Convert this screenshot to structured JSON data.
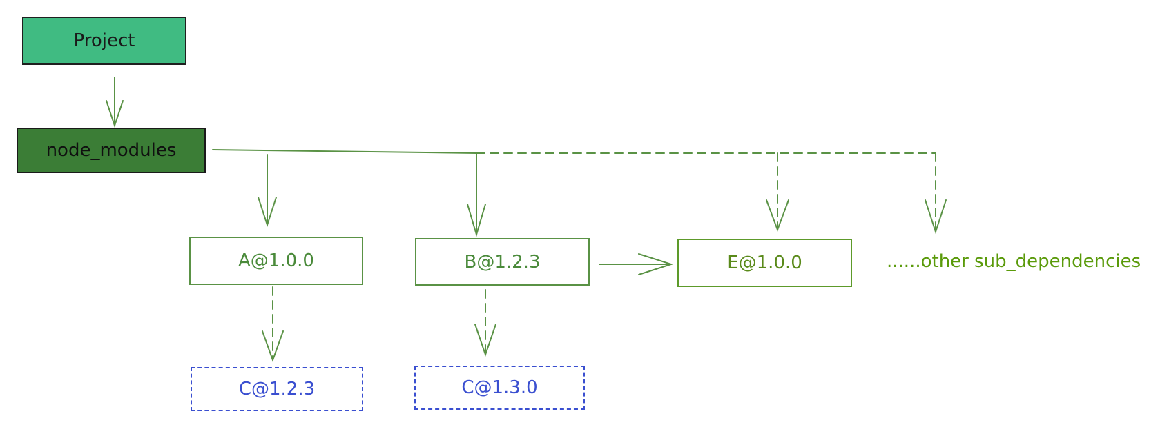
{
  "nodes": {
    "project": "Project",
    "node_modules": "node_modules",
    "a": "A@1.0.0",
    "b": "B@1.2.3",
    "e": "E@1.0.0",
    "c1": "C@1.2.3",
    "c2": "C@1.3.0",
    "other": "......other sub_dependencies"
  },
  "colors": {
    "project_fill": "#40bb82",
    "node_modules_fill": "#3b7d36",
    "solid_stroke": "#5a9245",
    "dashed_stroke": "#3a4fd0",
    "other_text": "#5a9a0a"
  }
}
